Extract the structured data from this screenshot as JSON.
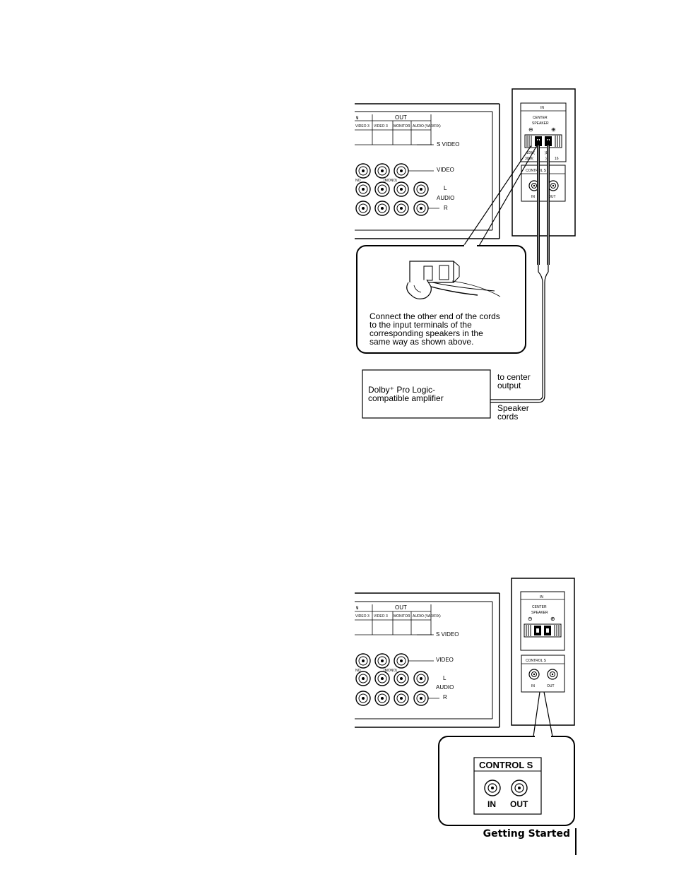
{
  "figure_top": {
    "receiver_panel": {
      "header_in_partial": "\\I",
      "header_out": "OUT",
      "columns": [
        "VIDEO 3",
        "VIDEO 3",
        "MONITOR",
        "AUDIO (VAR/FIX)"
      ],
      "mono_labels": [
        "NO",
        "(MONO)"
      ],
      "row_labels": {
        "s_video": "S VIDEO",
        "video": "VIDEO",
        "l": "L",
        "audio": "AUDIO",
        "r": "R"
      }
    },
    "speaker_panel": {
      "in_label": "IN",
      "center_speaker": [
        "CENTER",
        "SPEAKER"
      ],
      "minus": "⊖",
      "plus": "⊕",
      "impedance": [
        "10W(",
        ")8",
        "30W(",
        ")",
        "16"
      ],
      "control_s_title": "CONTROL S",
      "control_s_in": "IN",
      "control_s_out": "OUT"
    },
    "callout_text": [
      "Connect the other end of the cords",
      "to the input terminals of the",
      "corresponding speakers in the",
      "same way as shown above."
    ],
    "amplifier_label": [
      "Dolby⁺ Pro Logic-",
      "compatible amplifier"
    ],
    "to_center_output": [
      "to center",
      "output"
    ],
    "speaker_cords": [
      "Speaker",
      "cords"
    ]
  },
  "figure_bottom": {
    "receiver_panel": {
      "header_in_partial": "\\I",
      "header_out": "OUT",
      "columns": [
        "VIDEO 3",
        "VIDEO 3",
        "MONITOR",
        "AUDIO (VAR/FIX)"
      ],
      "mono_labels": [
        "NO",
        "(MONO)"
      ],
      "row_labels": {
        "s_video": "S VIDEO",
        "video": "VIDEO",
        "l": "L",
        "audio": "AUDIO",
        "r": "R"
      }
    },
    "speaker_panel": {
      "in_label": "IN",
      "center_speaker": [
        "CENTER",
        "SPEAKER"
      ],
      "minus": "⊖",
      "plus": "⊕",
      "control_s_title": "CONTROL  S",
      "control_s_in": "IN",
      "control_s_out": "OUT"
    },
    "zoom": {
      "title": "CONTROL  S",
      "in": "IN",
      "out": "OUT"
    }
  },
  "footer": "Getting Started"
}
